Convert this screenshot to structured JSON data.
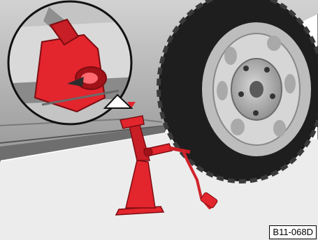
{
  "figure": {
    "reference_code": "B11-068D",
    "colors": {
      "jack_red": "#e3252d",
      "jack_dark_red": "#a11219",
      "tire_black": "#1c1c1c",
      "car_body_gray": "#c9c9c9",
      "ground_gray": "#e9e9e9",
      "marker_red": "#e3252d"
    },
    "elements": {
      "zoom_inset": "jack-head-detail",
      "marker": "jacking-point-triangle",
      "tool": "scissor-jack",
      "crank": "jack-crank-handle",
      "wheel": "car-wheel"
    }
  }
}
